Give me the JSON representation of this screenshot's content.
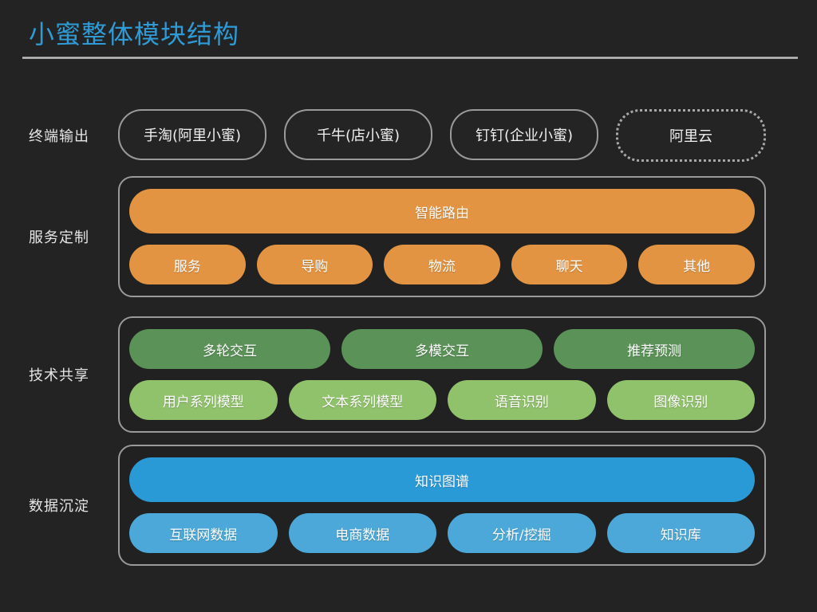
{
  "header": {
    "title": "小蜜整体模块结构",
    "title_color": "#2e9bd6",
    "rule_color": "#c9c9c9"
  },
  "theme": {
    "background": "#232323",
    "text": "#e8e8e8",
    "panel_border": "#9a9a9a",
    "orange": "#e39442",
    "green_dark": "#5a9257",
    "green_light": "#90c26b",
    "blue_dark": "#2a9ad6",
    "blue_light": "#4ba8d8"
  },
  "rows": {
    "terminal": {
      "label": "终端输出",
      "boxes": [
        {
          "label": "手淘(阿里小蜜)",
          "border": "solid"
        },
        {
          "label": "千牛(店小蜜)",
          "border": "solid"
        },
        {
          "label": "钉钉(企业小蜜)",
          "border": "solid"
        },
        {
          "label": "阿里云",
          "border": "dotted"
        }
      ]
    },
    "service": {
      "label": "服务定制",
      "banner": {
        "label": "智能路由",
        "color": "#e39442"
      },
      "pills": [
        {
          "label": "服务",
          "color": "#e39442"
        },
        {
          "label": "导购",
          "color": "#e39442"
        },
        {
          "label": "物流",
          "color": "#e39442"
        },
        {
          "label": "聊天",
          "color": "#e39442"
        },
        {
          "label": "其他",
          "color": "#e39442"
        }
      ]
    },
    "tech": {
      "label": "技术共享",
      "top_pills": [
        {
          "label": "多轮交互",
          "color": "#5a9257"
        },
        {
          "label": "多模交互",
          "color": "#5a9257"
        },
        {
          "label": "推荐预测",
          "color": "#5a9257"
        }
      ],
      "bottom_pills": [
        {
          "label": "用户系列模型",
          "color": "#90c26b"
        },
        {
          "label": "文本系列模型",
          "color": "#90c26b"
        },
        {
          "label": "语音识别",
          "color": "#90c26b"
        },
        {
          "label": "图像识别",
          "color": "#90c26b"
        }
      ]
    },
    "data": {
      "label": "数据沉淀",
      "banner": {
        "label": "知识图谱",
        "color": "#2a9ad6"
      },
      "pills": [
        {
          "label": "互联网数据",
          "color": "#4ba8d8"
        },
        {
          "label": "电商数据",
          "color": "#4ba8d8"
        },
        {
          "label": "分析/挖掘",
          "color": "#4ba8d8"
        },
        {
          "label": "知识库",
          "color": "#4ba8d8"
        }
      ]
    }
  }
}
